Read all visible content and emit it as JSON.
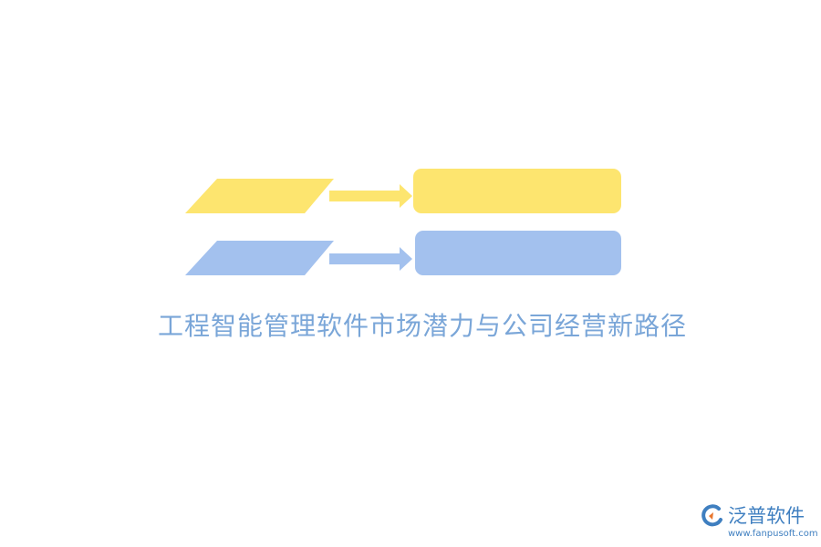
{
  "diagram": {
    "title": "工程智能管理软件市场潜力与公司经营新路径",
    "rows": [
      {
        "color": "#fde56f"
      },
      {
        "color": "#a3c1ee"
      }
    ]
  },
  "logo": {
    "name": "泛普软件",
    "url": "www.fanpusoft.com",
    "mark_colors": [
      "#3f7fc0",
      "#e8772e"
    ]
  },
  "colors": {
    "title": "#7aa6d8",
    "logo_text": "#3f7fc0"
  }
}
